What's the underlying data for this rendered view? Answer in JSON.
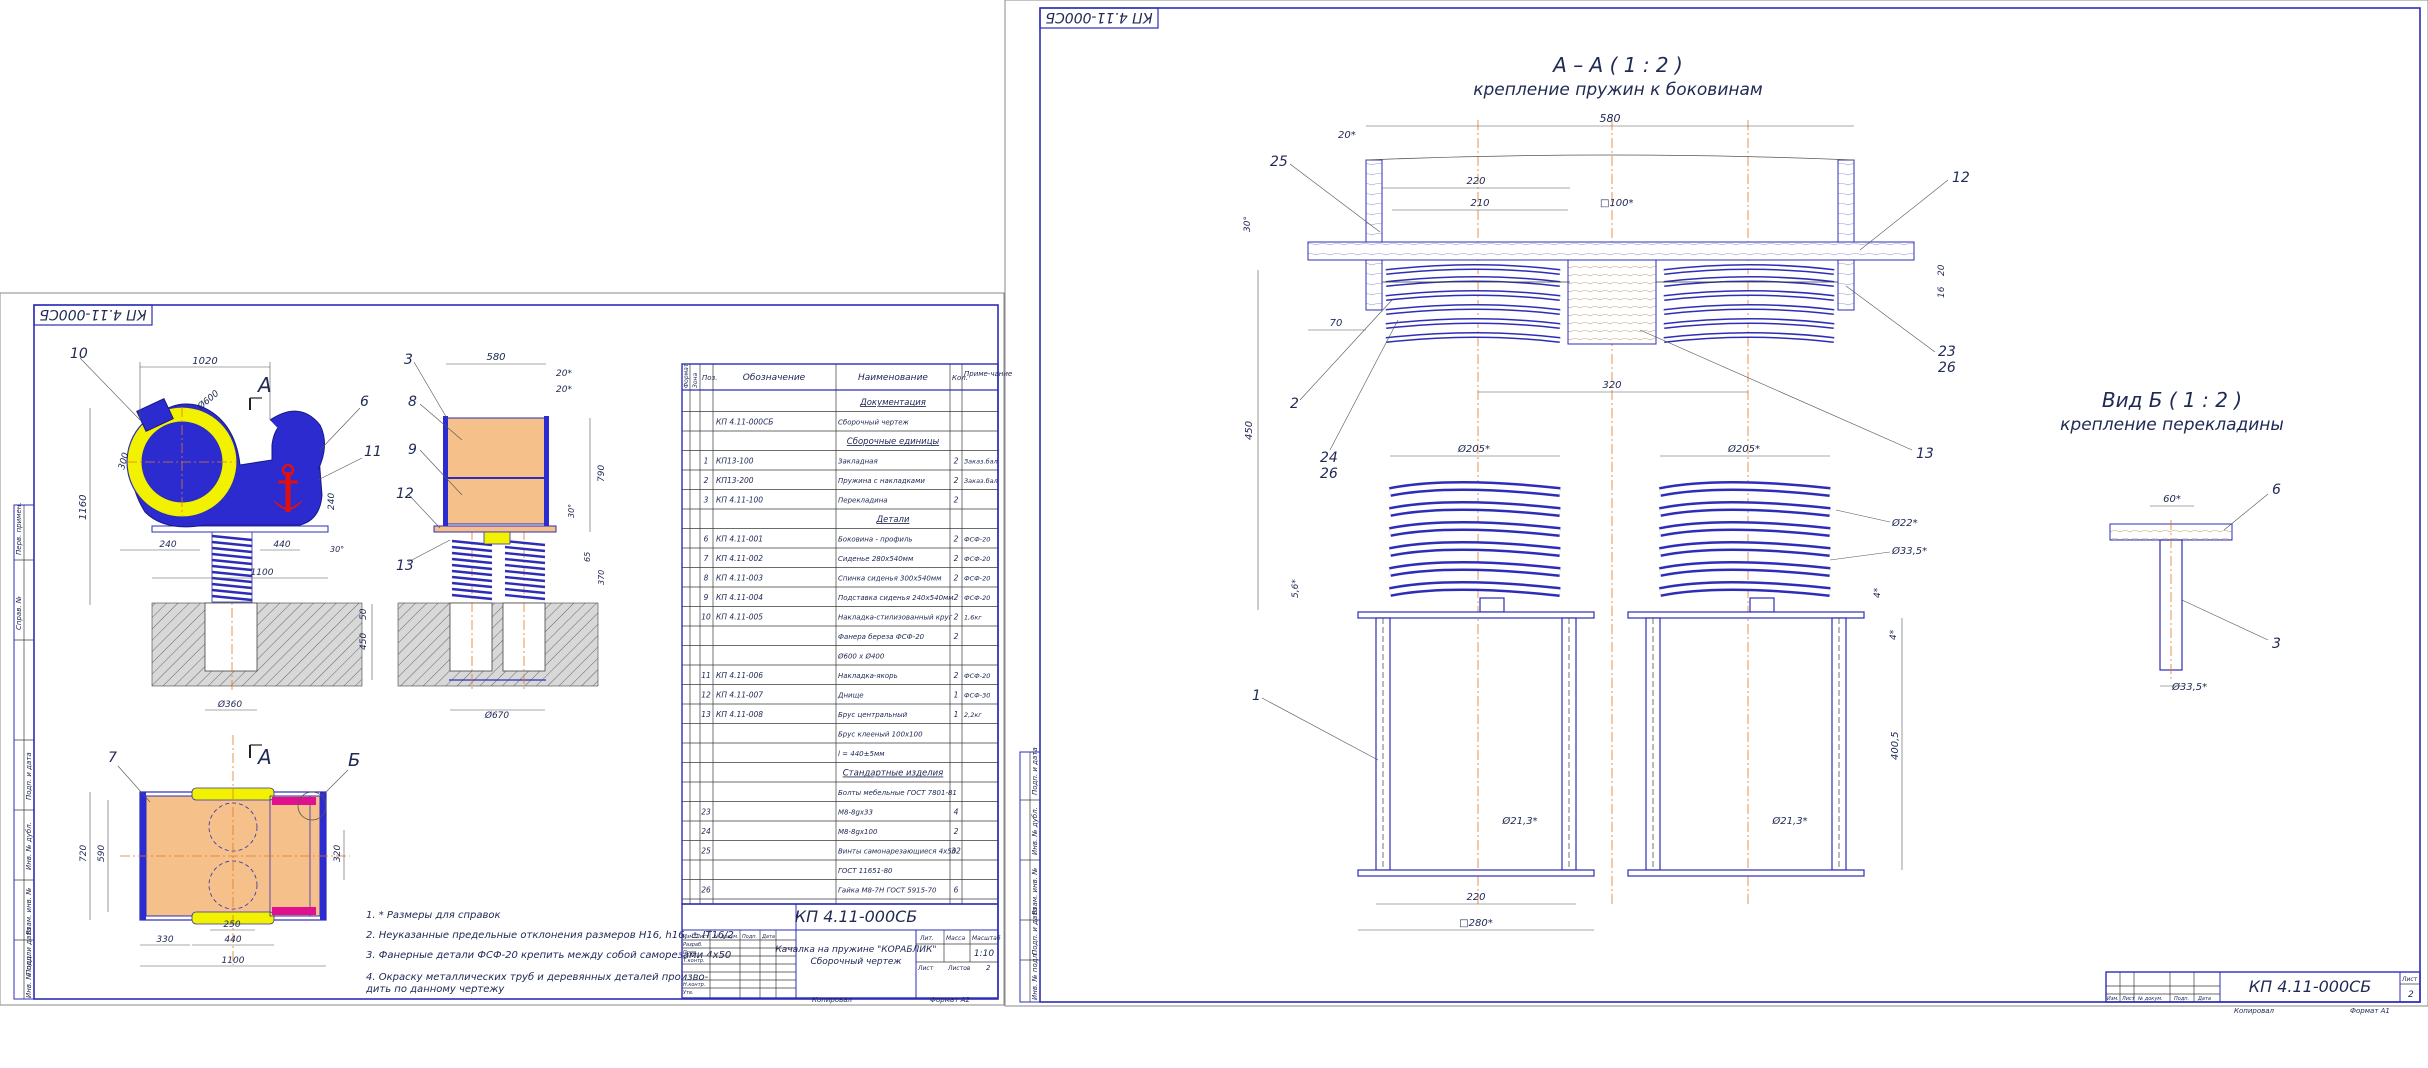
{
  "sheet1": {
    "stamp_code": "КП 4.11-000СБ",
    "views": {
      "a_marker": "А",
      "b_marker": "Б"
    },
    "positions": [
      "10",
      "6",
      "11",
      "3",
      "8",
      "9",
      "12",
      "13",
      "7"
    ],
    "dims": {
      "d1020": "1020",
      "d600": "Ø600",
      "d300": "300",
      "d1160": "1160",
      "d240": "240",
      "d30": "30°",
      "d240b": "240",
      "d440": "440",
      "d1100": "1100",
      "d450": "450",
      "d50": "50",
      "d360": "Ø360",
      "d580": "580",
      "d20a": "20*",
      "d20b": "20*",
      "d790": "790",
      "d30b": "30°",
      "d65": "65",
      "d370": "370",
      "d670": "Ø670",
      "d720": "720",
      "d590": "590",
      "d320": "320",
      "d250": "250",
      "d330": "330",
      "d440b": "440",
      "d1100b": "1100"
    },
    "notes": [
      "1. * Размеры для справок",
      "2. Неуказанные предельные отклонения размеров Н16, h16, ± IT16/2",
      "3. Фанерные детали ФСФ-20 крепить между собой саморезами 4х50",
      "4. Окраску металлических труб и деревянных деталей произво-",
      "дить по данному чертежу"
    ],
    "spec": {
      "headers": [
        "Формат",
        "Зона",
        "Поз.",
        "Обозначение",
        "Наименование",
        "Кол.",
        "Приме-чание"
      ],
      "rows": [
        {
          "pos": "",
          "des": "",
          "name": "Документация",
          "qty": "",
          "note": "",
          "section": true
        },
        {
          "pos": "",
          "des": "КП 4.11-000СБ",
          "name": "Сборочный чертеж",
          "qty": "",
          "note": ""
        },
        {
          "pos": "",
          "des": "",
          "name": "Сборочные единицы",
          "qty": "",
          "note": "",
          "section": true
        },
        {
          "pos": "1",
          "des": "КП13-100",
          "name": "Закладная",
          "qty": "2",
          "note": "Заказ.бал"
        },
        {
          "pos": "2",
          "des": "КП13-200",
          "name": "Пружина с накладками",
          "qty": "2",
          "note": "Заказ.бал"
        },
        {
          "pos": "3",
          "des": "КП 4.11-100",
          "name": "Перекладина",
          "qty": "2",
          "note": ""
        },
        {
          "pos": "",
          "des": "",
          "name": "Детали",
          "qty": "",
          "note": "",
          "section": true
        },
        {
          "pos": "6",
          "des": "КП 4.11-001",
          "name": "Боковина - профиль",
          "qty": "2",
          "note": "ФСФ-20"
        },
        {
          "pos": "7",
          "des": "КП 4.11-002",
          "name": "Сиденье 280х540мм",
          "qty": "2",
          "note": "ФСФ-20"
        },
        {
          "pos": "8",
          "des": "КП 4.11-003",
          "name": "Спинка сиденья 300х540мм",
          "qty": "2",
          "note": "ФСФ-20"
        },
        {
          "pos": "9",
          "des": "КП 4.11-004",
          "name": "Подставка сиденья 240х540мм",
          "qty": "2",
          "note": "ФСФ-20"
        },
        {
          "pos": "10",
          "des": "КП 4.11-005",
          "name": "Накладка-стилизованный круг",
          "qty": "2",
          "note": "1,6кг"
        },
        {
          "pos": "",
          "des": "",
          "name": "Фанера береза ФСФ-20",
          "qty": "2",
          "note": ""
        },
        {
          "pos": "",
          "des": "",
          "name": "Ø600 х Ø400",
          "qty": "",
          "note": ""
        },
        {
          "pos": "11",
          "des": "КП 4.11-006",
          "name": "Накладка-якорь",
          "qty": "2",
          "note": "ФСФ-20"
        },
        {
          "pos": "12",
          "des": "КП 4.11-007",
          "name": "Днище",
          "qty": "1",
          "note": "ФСФ-30"
        },
        {
          "pos": "13",
          "des": "КП 4.11-008",
          "name": "Брус центральный",
          "qty": "1",
          "note": "2,2кг"
        },
        {
          "pos": "",
          "des": "",
          "name": "Брус клееный 100х100",
          "qty": "",
          "note": ""
        },
        {
          "pos": "",
          "des": "",
          "name": "l = 440±5мм",
          "qty": "",
          "note": ""
        },
        {
          "pos": "",
          "des": "",
          "name": "Стандартные изделия",
          "qty": "",
          "note": "",
          "section": true
        },
        {
          "pos": "",
          "des": "",
          "name": "Болты мебельные ГОСТ 7801-81",
          "qty": "",
          "note": ""
        },
        {
          "pos": "23",
          "des": "",
          "name": "М8-8gх33",
          "qty": "4",
          "note": ""
        },
        {
          "pos": "24",
          "des": "",
          "name": "М8-8gх100",
          "qty": "2",
          "note": ""
        },
        {
          "pos": "25",
          "des": "",
          "name": "Винты самонарезающиеся 4х50",
          "qty": "32",
          "note": ""
        },
        {
          "pos": "",
          "des": "",
          "name": "ГОСТ 11651-80",
          "qty": "",
          "note": ""
        },
        {
          "pos": "26",
          "des": "",
          "name": "Гайка М8-7Н ГОСТ 5915-70",
          "qty": "6",
          "note": ""
        }
      ]
    },
    "title_block": {
      "code": "КП 4.11-000СБ",
      "name_line1": "Качалка на пружине \"КОРАБЛИК\"",
      "name_line2": "Сборочный чертеж",
      "lit_label": "Лит.",
      "mass_label": "Масса",
      "scale_label": "Масштаб",
      "scale": "1:10",
      "sheet_label": "Лист",
      "sheets_label": "Листов",
      "sheets": "2",
      "roles": [
        "Изм.",
        "Лист",
        "№ докум.",
        "Подп.",
        "Дата",
        "Разраб.",
        "Пров.",
        "Т.контр.",
        "Н.контр.",
        "Утв."
      ],
      "copied": "Копировал",
      "format": "Формат А2"
    },
    "side_labels": [
      "Перв. примен.",
      "Справ. №",
      "Подп. и дата",
      "Инв. № дубл.",
      "Взам. инв. №",
      "Подп. и дата",
      "Инв. № подл."
    ]
  },
  "sheet2": {
    "stamp_code": "КП 4.11-000СБ",
    "section_title": "А – А ( 1 : 2 )",
    "section_subtitle": "крепление пружин к боковинам",
    "view_title": "Вид Б ( 1 : 2 )",
    "view_subtitle": "крепление перекладины",
    "positions": [
      "25",
      "12",
      "2",
      "24",
      "26",
      "23",
      "26",
      "13",
      "1",
      "6",
      "3"
    ],
    "dims": {
      "d580": "580",
      "d20": "20*",
      "d220": "220",
      "d210": "210",
      "d100": "□100*",
      "d30": "30°",
      "d70": "70",
      "d16": "16",
      "d20b": "20",
      "d320": "320",
      "d450": "450",
      "d205a": "Ø205*",
      "d205b": "Ø205*",
      "d22": "Ø22*",
      "d335": "Ø33,5*",
      "d56": "5,6*",
      "d4a": "4*",
      "d4b": "4*",
      "d4005": "400,5",
      "d213a": "Ø21,3*",
      "d213b": "Ø21,3*",
      "d220b": "220",
      "d280": "□280*",
      "d60": "60*",
      "d335b": "Ø33,5*"
    },
    "title_block": {
      "code": "КП 4.11-000СБ",
      "sheet_label": "Лист",
      "sheet": "2",
      "roles": [
        "Изм.",
        "Лист",
        "№ докум.",
        "Подп.",
        "Дата"
      ],
      "copied": "Копировал",
      "format": "Формат А1"
    },
    "side_labels": [
      "Подп. и дата",
      "Инв. № дубл.",
      "Взам. инв. №",
      "Подп. и дата",
      "Инв. № подл."
    ]
  },
  "colors": {
    "line": "#2d2db8",
    "blue_fill": "#2b2bd0",
    "yellow": "#f2f200",
    "wood": "#f5c08a",
    "red": "#e01010",
    "axis": "#e07a2a"
  }
}
